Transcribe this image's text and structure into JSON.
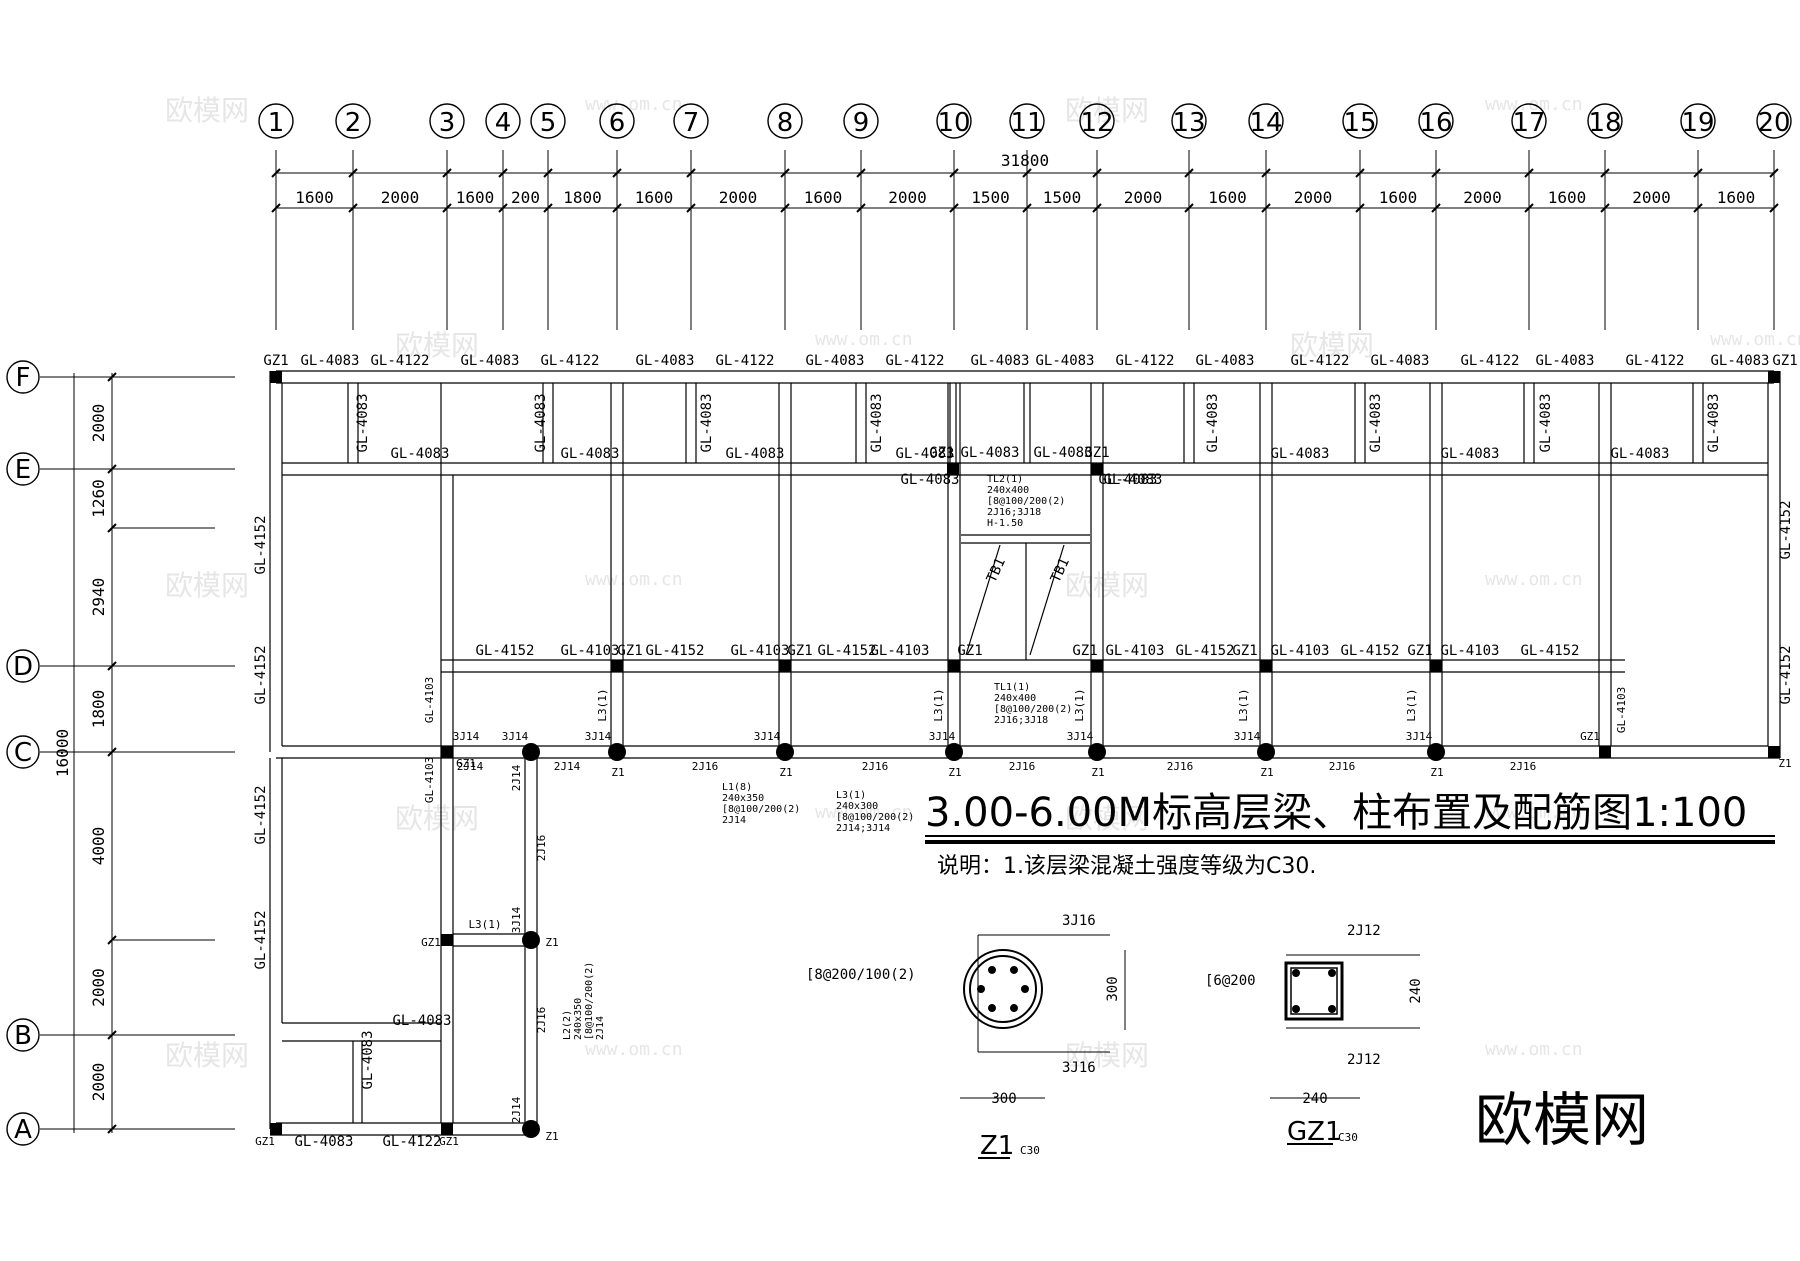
{
  "top_axes": [
    "1",
    "2",
    "3",
    "4",
    "5",
    "6",
    "7",
    "8",
    "9",
    "10",
    "11",
    "12",
    "13",
    "14",
    "15",
    "16",
    "17",
    "18",
    "19",
    "20"
  ],
  "left_axes": [
    "F",
    "E",
    "D",
    "C",
    "B",
    "A"
  ],
  "overall_width": "31800",
  "overall_height": "16000",
  "top_dimensions": [
    "1600",
    "2000",
    "1600",
    "200",
    "1800",
    "1600",
    "2000",
    "1600",
    "2000",
    "1500",
    "1500",
    "2000",
    "1600",
    "2000",
    "1600",
    "2000",
    "1600",
    "2000",
    "1600"
  ],
  "left_dimensions": [
    "2000",
    "1260",
    "2940",
    "1800",
    "4000",
    "2000",
    "2000"
  ],
  "beam_labels": {
    "top_row": [
      "GZ1",
      "GL-4083",
      "GL-4122",
      "GL-4083",
      "GL-4122",
      "GL-4083",
      "GL-4122",
      "GL-4083",
      "GL-4122",
      "GL-4083",
      "GL-4083",
      "GL-4122",
      "GL-4083",
      "GL-4122",
      "GL-4083",
      "GL-4122",
      "GL-4083",
      "GL-4122",
      "GL-4083",
      "GZ1"
    ],
    "vertical_short": "GL-4083",
    "row_e": [
      "GL-4083",
      "GL-4083",
      "GL-4083",
      "GL-4083",
      "GZ1",
      "GL-4083",
      "GL-4083",
      "GZ1",
      "GL-4083",
      "GL-4083",
      "GL-4083",
      "GL-4083",
      "GL-4083"
    ],
    "side_left": "GL-4152",
    "side_right": "GL-4152",
    "row_d": [
      "GL-4152",
      "GL-4103",
      "GZ1",
      "GL-4152",
      "GL-4103",
      "GZ1",
      "GL-4152",
      "GL-4103",
      "GZ1",
      "GZ1",
      "GL-4103",
      "GL-4152",
      "GZ1",
      "GL-4103",
      "GL-4152",
      "GZ1",
      "GL-4103",
      "GL-4152"
    ],
    "l3": "L3(1)",
    "rebar_3j14": "3J14",
    "rebar_2j14": "2J14",
    "rebar_2j16": "2J16",
    "z1": "Z1",
    "gz1": "GZ1",
    "gl4103": "GL-4103",
    "gl4083": "GL-4083",
    "gl4122": "GL-4122",
    "tb1": "TB1",
    "tl2": [
      "TL2(1)",
      "240x400",
      "[8@100/200(2)",
      "2J16;3J18",
      "H-1.50"
    ],
    "tl1": [
      "TL1(1)",
      "240x400",
      "[8@100/200(2)",
      "2J16;3J18"
    ],
    "l1": [
      "L1(8)",
      "240x350",
      "[8@100/200(2)",
      "2J14"
    ],
    "l3note": [
      "L3(1)",
      "240x300",
      "[8@100/200(2)",
      "2J14;3J14"
    ],
    "l2": [
      "L2(2)",
      "240x350",
      "[8@100/200(2)",
      "2J14"
    ]
  },
  "title": "3.00-6.00M标高层梁、柱布置及配筋图1:100",
  "note": "说明：1.该层梁混凝土强度等级为C30.",
  "section_z1": {
    "name": "Z1",
    "grade": "C30",
    "top_bar": "3J16",
    "bottom_bar": "3J16",
    "stirrup": "[8@200/100(2)",
    "dim_h": "300",
    "dim_w": "300"
  },
  "section_gz1": {
    "name": "GZ1",
    "grade": "C30",
    "top_bar": "2J12",
    "bottom_bar": "2J12",
    "stirrup": "[6@200",
    "dim_h": "240",
    "dim_w": "240"
  },
  "watermark_text": "欧模网",
  "watermark_url": "www.om.cn",
  "logo": "欧模网"
}
